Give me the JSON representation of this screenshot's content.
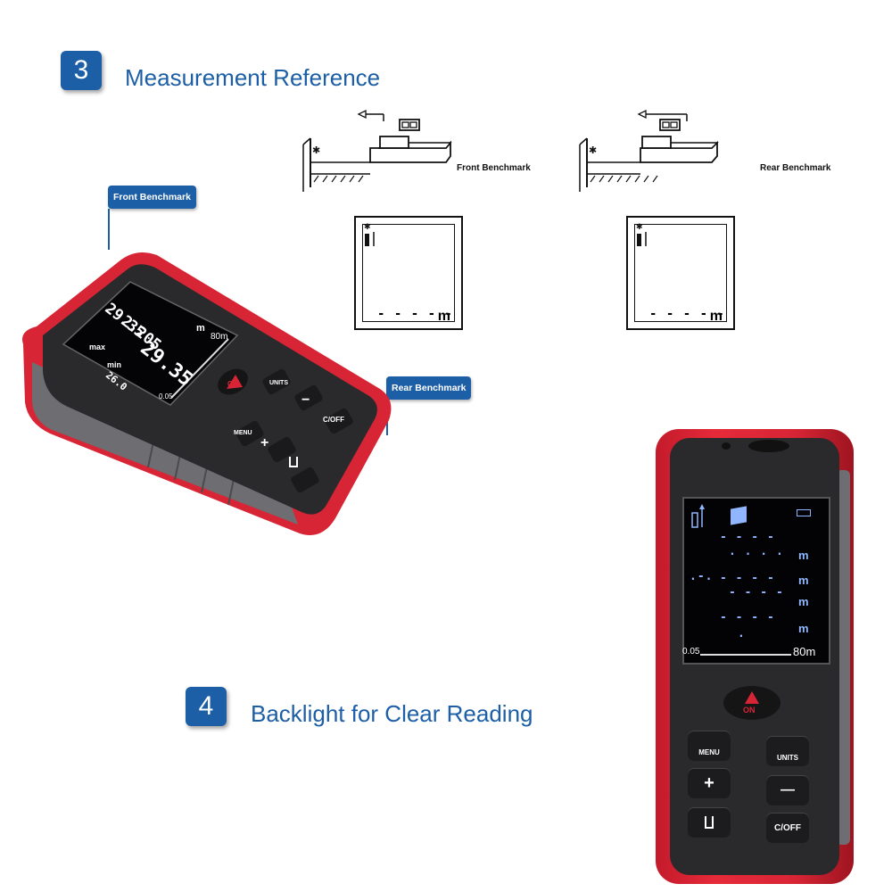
{
  "section3": {
    "number": "3",
    "title": "Measurement Reference"
  },
  "section4": {
    "number": "4",
    "title": "Backlight for Clear Reading"
  },
  "callouts": {
    "front": "Front Benchmark",
    "rear": "Rear Benchmark"
  },
  "diagrams": {
    "front_caption": "Front Benchmark",
    "rear_caption": "Rear Benchmark",
    "screen_dashes": "- - - - -",
    "screen_unit": "m"
  },
  "device_left": {
    "reading_max": "29.35",
    "reading_mid": "2.205",
    "reading_main": "29.35",
    "reading_min": "26.0",
    "label_max": "max",
    "label_min": "min",
    "unit": "m",
    "scale_min": "0.05",
    "scale_max": "80m",
    "buttons": {
      "units": "UNITS",
      "menu": "MENU",
      "minus": "−",
      "plus": "+",
      "coff": "C/OFF",
      "on": "ON"
    }
  },
  "device_right": {
    "scale_min": "0.05",
    "scale_max": "80m",
    "unit": "m",
    "buttons": {
      "menu": "MENU",
      "units": "UNITS",
      "plus": "+",
      "minus": "—",
      "coff": "C/OFF",
      "on": "ON"
    }
  },
  "colors": {
    "brand_blue": "#1d5fa6",
    "device_red": "#e62a3a",
    "device_body": "#2a2a2d"
  }
}
